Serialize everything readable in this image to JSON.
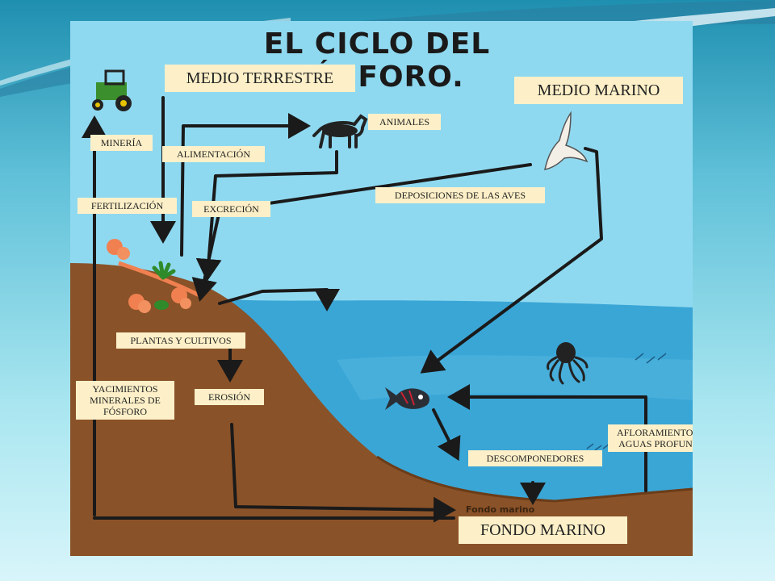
{
  "diagram": {
    "title": "EL CICLO DEL FÓSFORO.",
    "labels": {
      "medio_terrestre": "MEDIO TERRESTRE",
      "medio_marino": "MEDIO MARINO",
      "animales": "ANIMALES",
      "mineria": "MINERÍA",
      "alimentacion": "ALIMENTACIÓN",
      "deposiciones": "DEPOSICIONES DE LAS AVES",
      "fertilizacion": "FERTILIZACIÓN",
      "excrecion": "EXCRECIÓN",
      "plantas": "PLANTAS Y CULTIVOS",
      "yacimientos": "YACIMIENTOS MINERALES DE FÓSFORO",
      "erosion": "EROSIÓN",
      "afloramientos": "AFLORAMIENTOS DE AGUAS PROFUNDAS",
      "descomponedores": "DESCOMPONEDORES",
      "fondo_marino": "FONDO MARINO"
    },
    "seabed_caption": "Fondo marino",
    "icons": [
      "tractor-icon",
      "horse-icon",
      "bird-icon",
      "fish-icon",
      "octopus-icon",
      "plant-icon",
      "coral-icon"
    ],
    "colors": {
      "sky": "#8fd9f0",
      "sea": "#3aa6d6",
      "land": "#8a5228",
      "label_bg": "#fdf0c8",
      "arrow": "#1a1a1a"
    }
  }
}
